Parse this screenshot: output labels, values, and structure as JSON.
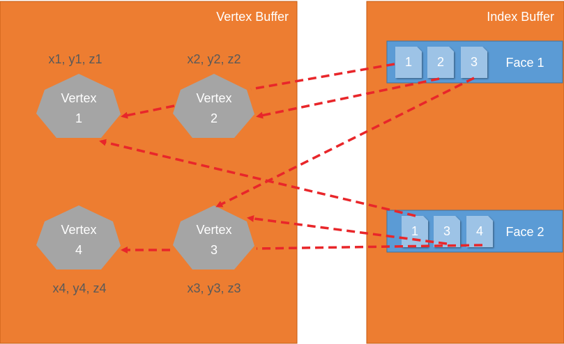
{
  "vertex_buffer": {
    "title": "Vertex Buffer",
    "vertices": [
      {
        "word": "Vertex",
        "number": "1",
        "coords": "x1, y1, z1"
      },
      {
        "word": "Vertex",
        "number": "2",
        "coords": "x2, y2, z2"
      },
      {
        "word": "Vertex",
        "number": "3",
        "coords": "x3, y3, z3"
      },
      {
        "word": "Vertex",
        "number": "4",
        "coords": "x4, y4, z4"
      }
    ]
  },
  "index_buffer": {
    "title": "Index Buffer",
    "faces": [
      {
        "label": "Face 1",
        "indices": [
          "1",
          "2",
          "3"
        ]
      },
      {
        "label": "Face 2",
        "indices": [
          "1",
          "3",
          "4"
        ]
      }
    ]
  },
  "colors": {
    "panel": "#ed7d31",
    "panel_border": "#c55a11",
    "face_bar": "#5b9bd5",
    "chip": "#9dc3e6",
    "vertex": "#a5a5a5",
    "arrow": "#e8262a",
    "coord_text": "#595959"
  }
}
